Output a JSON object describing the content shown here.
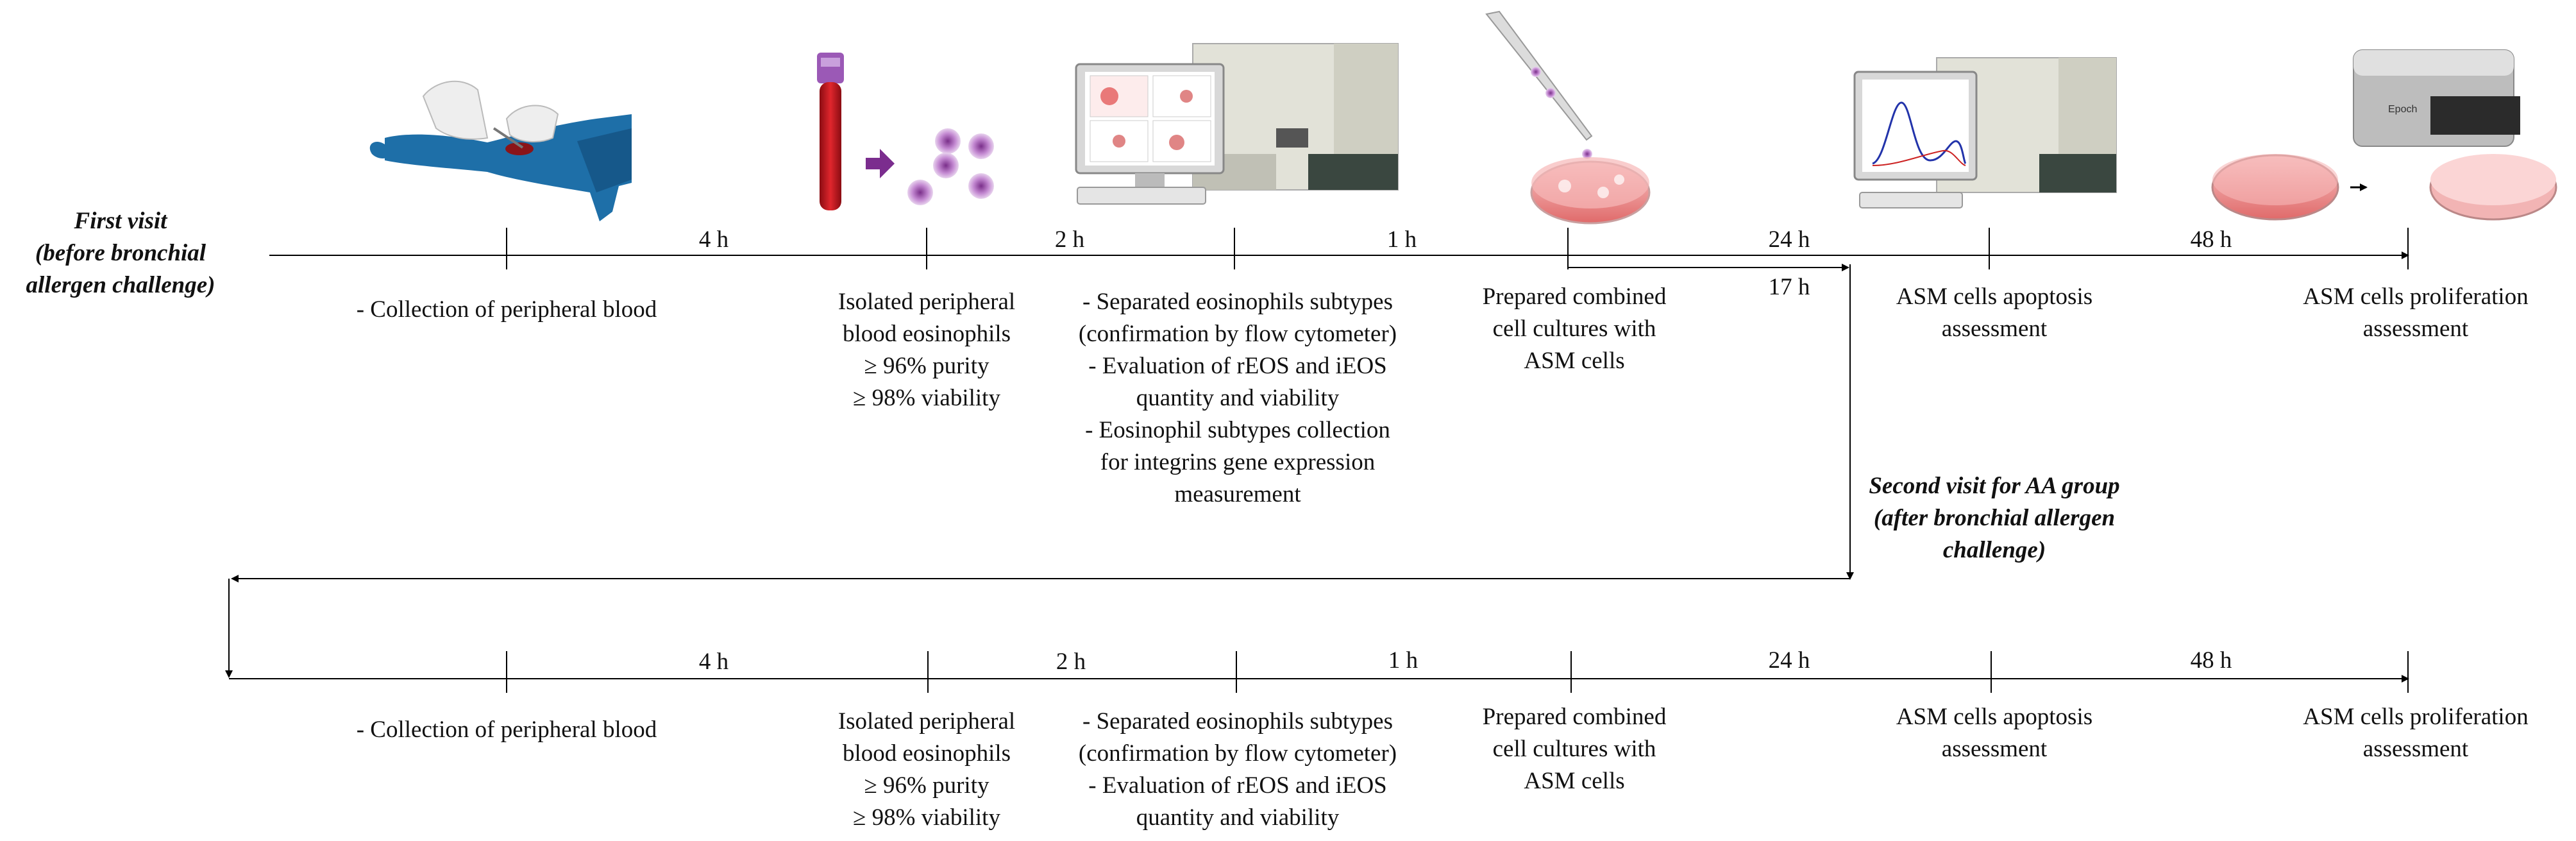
{
  "first_visit": {
    "title_lines": [
      "First visit",
      "(before bronchial",
      "allergen challenge)"
    ],
    "durations": [
      "4 h",
      "2 h",
      "1 h",
      "24 h",
      "17 h",
      "48 h"
    ],
    "steps": [
      {
        "lines": [
          "- Collection of peripheral blood"
        ]
      },
      {
        "lines": [
          "Isolated peripheral",
          "blood eosinophils",
          "≥ 96% purity",
          "≥ 98% viability"
        ]
      },
      {
        "lines": [
          "- Separated eosinophils subtypes",
          "(confirmation by flow cytometer)",
          "-    Evaluation of rEOS and iEOS",
          "quantity and viability",
          "-    Eosinophil subtypes collection",
          "for integrins gene expression",
          "measurement"
        ]
      },
      {
        "lines": [
          "Prepared combined",
          "cell cultures with",
          "ASM cells"
        ]
      },
      {
        "lines": [
          "ASM cells apoptosis",
          "assessment"
        ]
      },
      {
        "lines": [
          "ASM cells proliferation",
          "assessment"
        ]
      }
    ]
  },
  "second_visit": {
    "title_lines": [
      "Second visit for AA group",
      "(after bronchial allergen",
      "challenge)"
    ],
    "durations": [
      "4 h",
      "2 h",
      "1 h",
      "24 h",
      "48 h"
    ],
    "steps": [
      {
        "lines": [
          "- Collection of peripheral blood"
        ]
      },
      {
        "lines": [
          "Isolated peripheral",
          "blood eosinophils",
          "≥ 96% purity",
          "≥ 98% viability"
        ]
      },
      {
        "lines": [
          "- Separated eosinophils subtypes",
          "(confirmation by flow cytometer)",
          "- Evaluation of rEOS and iEOS",
          "quantity and viability"
        ]
      },
      {
        "lines": [
          "Prepared combined",
          "cell cultures with",
          "ASM cells"
        ]
      },
      {
        "lines": [
          "ASM cells apoptosis",
          "assessment"
        ]
      },
      {
        "lines": [
          "ASM cells proliferation",
          "assessment"
        ]
      }
    ]
  },
  "device_brand": "Epoch",
  "colors": {
    "arm": "#1e6fa8",
    "blood": "#c8161d",
    "tube_cap": "#9b59b6",
    "arrow_purple": "#7b2d8e",
    "cell": "#b070c0",
    "dish": "#f4a6a6",
    "instrument": "#d9d9d0",
    "line": "#000000"
  }
}
